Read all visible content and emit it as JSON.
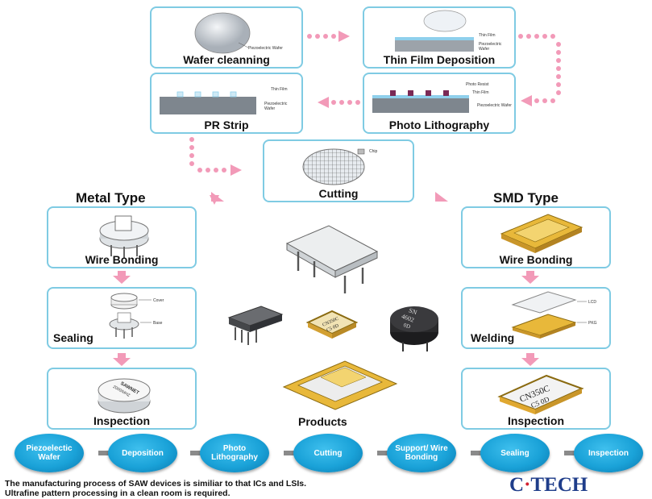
{
  "steps": {
    "wafer_cleaning": {
      "caption": "Wafer cleanning",
      "labels": [
        "Piezoelectric Wafer"
      ]
    },
    "thin_film_deposition": {
      "caption": "Thin Film Deposition",
      "labels": [
        "Thin Film",
        "Piezoelectric",
        "Wafer"
      ]
    },
    "photo_lithography": {
      "caption": "Photo Lithography",
      "labels": [
        "Photo Resist",
        "Thin Film",
        "Piezoelectric Wafer"
      ]
    },
    "pr_strip": {
      "caption": "PR Strip",
      "labels": [
        "Thin Film",
        "Piezoelectric",
        "Wafer"
      ]
    },
    "cutting": {
      "caption": "Cutting",
      "labels": [
        "Chip"
      ]
    }
  },
  "metal_type": {
    "title": "Metal Type",
    "wire_bonding": "Wire Bonding",
    "sealing": {
      "caption": "Sealing",
      "labels": [
        "Cover",
        "Base"
      ]
    },
    "inspection": {
      "caption": "Inspection",
      "marking": [
        "SAWNET",
        "2000/MHZ"
      ]
    }
  },
  "smd_type": {
    "title": "SMD Type",
    "wire_bonding": "Wire Bonding",
    "welding": {
      "caption": "Welding",
      "labels": [
        "LCD",
        "PKG"
      ]
    },
    "inspection": {
      "caption": "Inspection",
      "marking": [
        "CN350C",
        "C5   0D"
      ]
    }
  },
  "products": {
    "caption": "Products",
    "marking_smd": [
      "CN350C",
      "C5  0D"
    ],
    "marking_round": [
      "SN",
      "4602",
      "0D"
    ]
  },
  "flow": [
    "Piezoelectic Wafer",
    "Deposition",
    "Photo Lithography",
    "Cutting",
    "Support/ Wire Bonding",
    "Sealing",
    "Inspection"
  ],
  "note": {
    "line1": "The manufacturing process of SAW devices is similiar to that ICs and LSIs.",
    "line2": "Ultrafine pattern processing in a clean room is required."
  },
  "logo": {
    "left": "C",
    "dot": "·",
    "right": "TECH"
  },
  "colors": {
    "box_border": "#7fcbe3",
    "flow_arrow": "#f29ab8",
    "bubble": "#1aa2d8",
    "logo_blue": "#1f3d8a",
    "logo_red": "#d2202f"
  },
  "icons": [
    "wafer",
    "film-stack",
    "chip-package",
    "round-can",
    "smd-package",
    "grey-arrow"
  ]
}
